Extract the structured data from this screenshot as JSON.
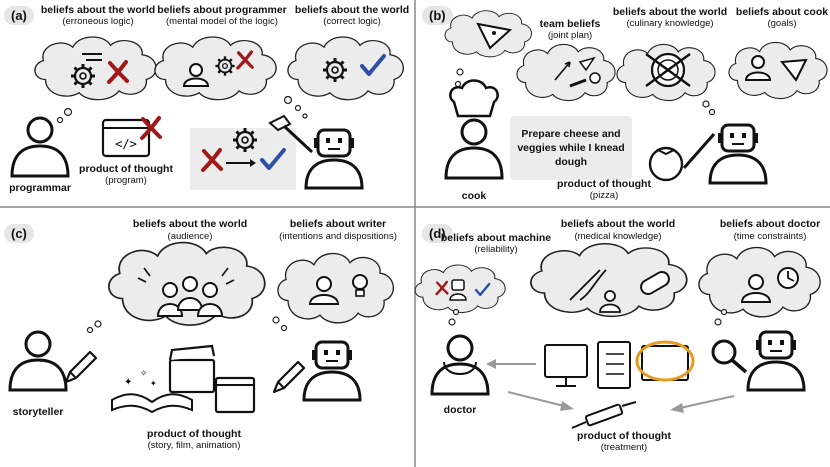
{
  "panels": {
    "a": {
      "label": "(a)",
      "beliefs": [
        {
          "title": "beliefs about the world",
          "sub": "(erroneous logic)"
        },
        {
          "title": "beliefs about programmer",
          "sub": "(mental model of the logic)"
        },
        {
          "title": "beliefs about the world",
          "sub": "(correct logic)"
        }
      ],
      "product_title": "product of thought",
      "product_sub": "(program)",
      "person": "programmar"
    },
    "b": {
      "label": "(b)",
      "beliefs": [
        {
          "title": "team beliefs",
          "sub": "(joint plan)"
        },
        {
          "title": "beliefs about the world",
          "sub": "(culinary knowledge)"
        },
        {
          "title": "beliefs about cook",
          "sub": "(goals)"
        }
      ],
      "speech": "Prepare cheese and veggies while I knead dough",
      "product_title": "product of thought",
      "product_sub": "(pizza)",
      "person": "cook"
    },
    "c": {
      "label": "(c)",
      "beliefs": [
        {
          "title": "beliefs about the world",
          "sub": "(audience)"
        },
        {
          "title": "beliefs about writer",
          "sub": "(intentions and dispositions)"
        }
      ],
      "product_title": "product of thought",
      "product_sub": "(story, film, animation)",
      "person": "storyteller"
    },
    "d": {
      "label": "(d)",
      "beliefs": [
        {
          "title": "beliefs about machine",
          "sub": "(reliability)"
        },
        {
          "title": "beliefs about the world",
          "sub": "(medical knowledge)"
        },
        {
          "title": "beliefs about doctor",
          "sub": "(time constraints)"
        }
      ],
      "product_title": "product of thought",
      "product_sub": "(treatment)",
      "person": "doctor"
    }
  },
  "colors": {
    "check": "#2f4ea8",
    "cross": "#a01818",
    "cloud": "#ececec",
    "highlight": "#e89a1c",
    "divider": "#888888"
  }
}
